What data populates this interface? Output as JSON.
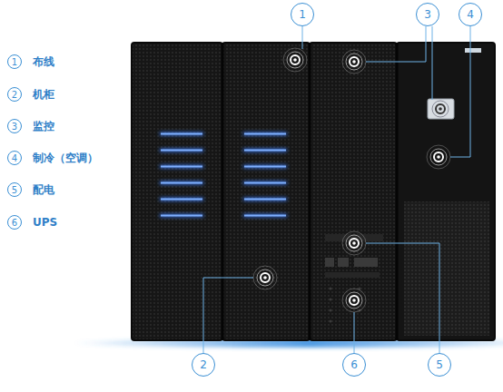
{
  "diagram": {
    "nodes": [
      {
        "text": [
          "1",
          "布线"
        ]
      },
      {
        "text": [
          "2",
          "机柜"
        ]
      },
      {
        "text": [
          "3",
          "监控"
        ]
      },
      {
        "text": [
          "4",
          "制冷（空调）"
        ]
      },
      {
        "text": [
          "5",
          "配电"
        ]
      },
      {
        "text": [
          "6",
          "UPS"
        ]
      },
      {
        "text": [
          "1"
        ]
      },
      {
        "text": [
          "3"
        ]
      },
      {
        "text": [
          "4"
        ]
      },
      {
        "text": [
          "2"
        ]
      },
      {
        "text": [
          "6"
        ]
      },
      {
        "text": [
          "5"
        ]
      }
    ]
  }
}
